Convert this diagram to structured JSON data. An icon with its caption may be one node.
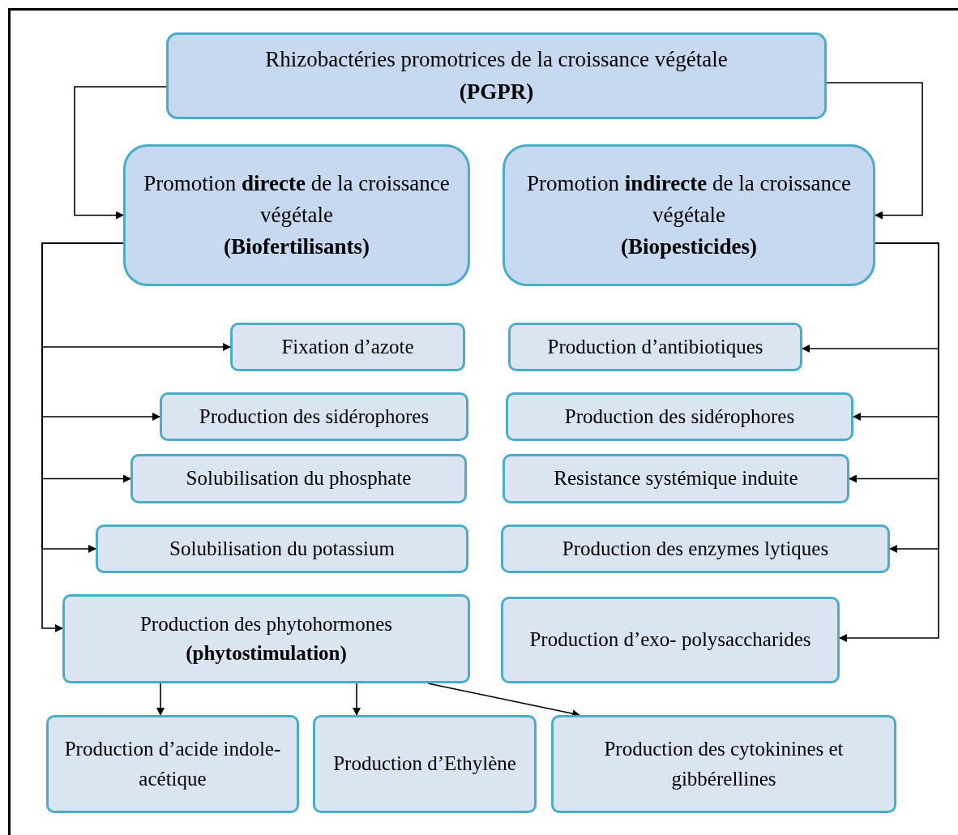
{
  "diagram": {
    "nodes": [
      {
        "text": [
          "Rhizobactéries promotrices de la croissance végétale",
          "(PGPR)"
        ]
      },
      {
        "text": [
          "Promotion **directe** de la croissance végétale",
          "(Biofertilisants)"
        ]
      },
      {
        "text": [
          "Promotion **indirecte** de la croissance végétale",
          "(Biopesticides)"
        ]
      },
      {
        "text": [
          "Fixation d’azote"
        ]
      },
      {
        "text": [
          "Production des sidérophores"
        ]
      },
      {
        "text": [
          "Solubilisation du phosphate"
        ]
      },
      {
        "text": [
          "Solubilisation du potassium"
        ]
      },
      {
        "text": [
          "Production des phytohormones",
          "(phytostimulation)"
        ]
      },
      {
        "text": [
          "Production d’antibiotiques"
        ]
      },
      {
        "text": [
          "Production des sidérophores"
        ]
      },
      {
        "text": [
          "Resistance systémique induite"
        ]
      },
      {
        "text": [
          "Production des enzymes lytiques"
        ]
      },
      {
        "text": [
          "Production d’exo- polysaccharides"
        ]
      },
      {
        "text": [
          "Production d’acide indole-acétique"
        ]
      },
      {
        "text": [
          "Production d’Ethylène"
        ]
      },
      {
        "text": [
          "Production des cytokinines et gibbérellines"
        ]
      }
    ],
    "edges": [
      {
        "from": 0,
        "to": 1,
        "arrow": "to"
      },
      {
        "from": 0,
        "to": 2,
        "arrow": "to"
      },
      {
        "from": 1,
        "to": 3,
        "arrow": "to"
      },
      {
        "from": 1,
        "to": 4,
        "arrow": "to"
      },
      {
        "from": 1,
        "to": 5,
        "arrow": "to"
      },
      {
        "from": 1,
        "to": 6,
        "arrow": "to"
      },
      {
        "from": 1,
        "to": 7,
        "arrow": "to"
      },
      {
        "from": 2,
        "to": 8,
        "arrow": "to"
      },
      {
        "from": 2,
        "to": 9,
        "arrow": "to"
      },
      {
        "from": 2,
        "to": 10,
        "arrow": "to"
      },
      {
        "from": 2,
        "to": 11,
        "arrow": "to"
      },
      {
        "from": 2,
        "to": 12,
        "arrow": "to"
      },
      {
        "from": 7,
        "to": 13,
        "arrow": "to"
      },
      {
        "from": 7,
        "to": 14,
        "arrow": "to"
      },
      {
        "from": 7,
        "to": 15,
        "arrow": "to"
      }
    ]
  }
}
